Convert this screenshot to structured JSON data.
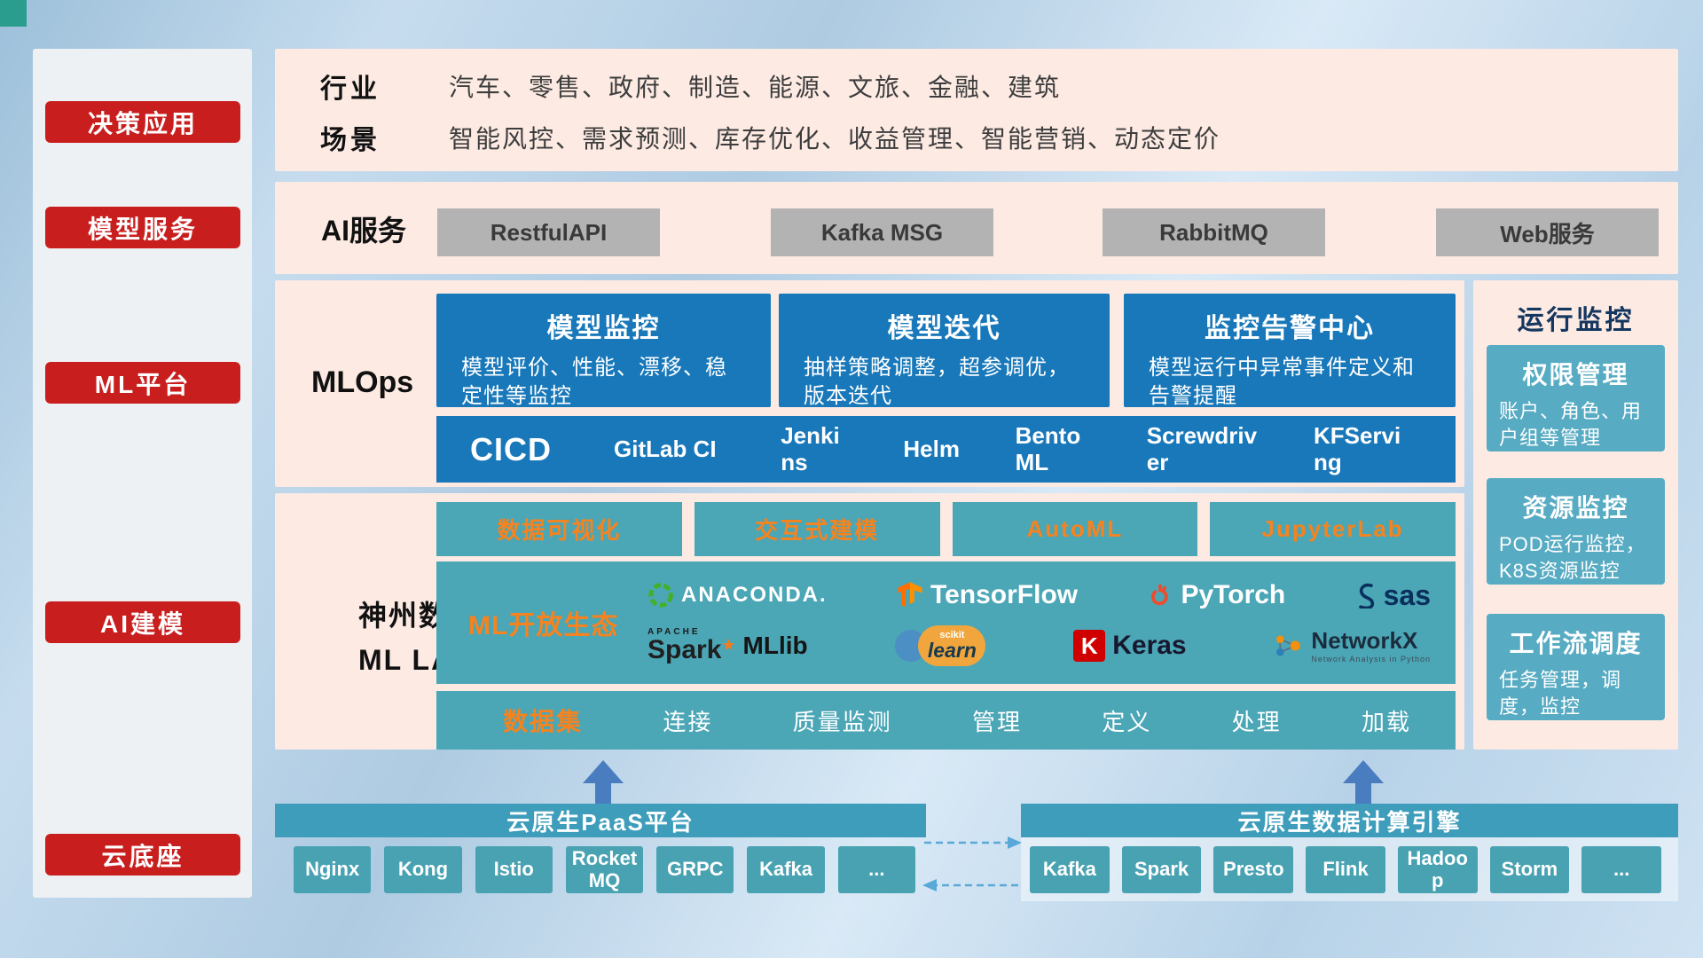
{
  "sidebar": {
    "items": [
      "决策应用",
      "模型服务",
      "ML平台",
      "AI建模",
      "云底座"
    ]
  },
  "industry": {
    "rows": [
      {
        "label": "行业",
        "text": "汽车、零售、政府、制造、能源、文旅、金融、建筑"
      },
      {
        "label": "场景",
        "text": "智能风控、需求预测、库存优化、收益管理、智能营销、动态定价"
      }
    ]
  },
  "ai_service": {
    "label": "AI服务",
    "buttons": [
      "RestfulAPI",
      "Kafka MSG",
      "RabbitMQ",
      "Web服务"
    ]
  },
  "mlops": {
    "label": "MLOps",
    "cards": [
      {
        "title": "模型监控",
        "desc": "模型评价、性能、漂移、稳定性等监控"
      },
      {
        "title": "模型迭代",
        "desc": "抽样策略调整，超参调优，版本迭代"
      },
      {
        "title": "监控告警中心",
        "desc": "模型运行中异常事件定义和告警提醒"
      }
    ],
    "cicd_label": "CICD",
    "cicd_tools": [
      "GitLab CI",
      "Jenkins",
      "Helm",
      "BentoML",
      "Screwdriver",
      "KFServing"
    ]
  },
  "mllab": {
    "label_line1": "神州数码",
    "label_line2": "ML LAB",
    "features": [
      "数据可视化",
      "交互式建模",
      "AutoML",
      "JupyterLab"
    ],
    "eco_label": "ML开放生态",
    "logos": {
      "anaconda": "ANACONDA.",
      "tensorflow": "TensorFlow",
      "pytorch": "PyTorch",
      "sas": "sas",
      "spark_sub": "APACHE",
      "spark": "Spark",
      "spark_star": "★",
      "mllib": "MLlib",
      "scikit_sub": "scikit",
      "scikit": "learn",
      "keras_k": "K",
      "keras": "Keras",
      "networkx": "NetworkX",
      "networkx_sub": "Network Analysis in Python"
    },
    "dataset_label": "数据集",
    "dataset_items": [
      "连接",
      "质量监测",
      "管理",
      "定义",
      "处理",
      "加载"
    ]
  },
  "monitor": {
    "title": "运行监控",
    "cards": [
      {
        "title": "权限管理",
        "desc": "账户、角色、用户组等管理"
      },
      {
        "title": "资源监控",
        "desc": "POD运行监控，K8S资源监控"
      },
      {
        "title": "工作流调度",
        "desc": "任务管理，调度，监控"
      }
    ]
  },
  "cloud": {
    "paas": {
      "title": "云原生PaaS平台",
      "items": [
        "Nginx",
        "Kong",
        "Istio",
        "RocketMQ",
        "GRPC",
        "Kafka",
        "..."
      ]
    },
    "data": {
      "title": "云原生数据计算引擎",
      "items": [
        "Kafka",
        "Spark",
        "Presto",
        "Flink",
        "Hadoop",
        "Storm",
        "..."
      ]
    }
  }
}
